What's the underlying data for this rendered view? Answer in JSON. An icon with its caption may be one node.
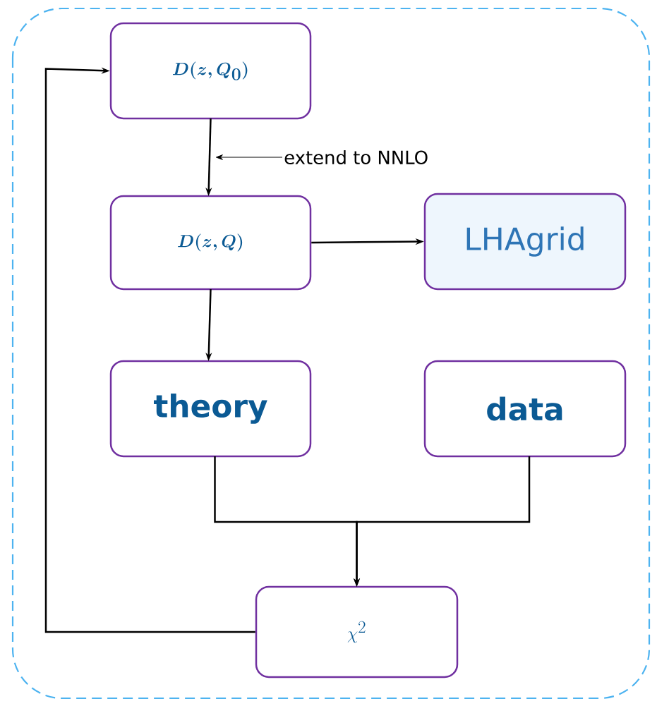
{
  "diagram": {
    "nodes": [
      {
        "text": [
          "D(z,Q_0)"
        ]
      },
      {
        "text": [
          "D(z,Q)"
        ]
      },
      {
        "text": [
          "LHAgrid"
        ]
      },
      {
        "text": [
          "theory"
        ]
      },
      {
        "text": [
          "data"
        ]
      },
      {
        "text": [
          "\\chi^{2}"
        ]
      },
      {
        "text": [
          "extend to NNLO"
        ]
      }
    ],
    "edges": [
      {
        "from": 0,
        "to": 1,
        "arrow": "to"
      },
      {
        "from": 1,
        "to": 2,
        "arrow": "to"
      },
      {
        "from": 1,
        "to": 3,
        "arrow": "to"
      },
      {
        "from": 3,
        "to": 5,
        "arrow": "to"
      },
      {
        "from": 4,
        "to": 5,
        "arrow": "to"
      },
      {
        "from": 5,
        "to": 0,
        "arrow": "to"
      },
      {
        "from": 6,
        "to": null,
        "arrow": "to"
      }
    ]
  }
}
